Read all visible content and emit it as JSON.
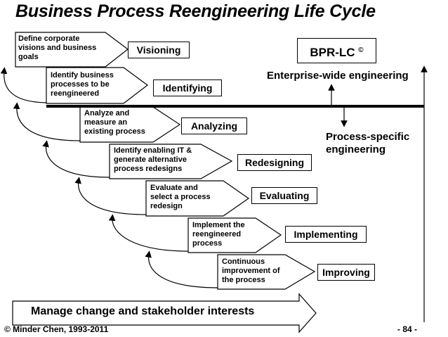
{
  "title": "Business Process Reengineering Life Cycle",
  "badge": {
    "label": "BPR-LC",
    "mark": "©"
  },
  "enterprise_label": "Enterprise-wide engineering",
  "process_label": [
    "Process-specific",
    "engineering"
  ],
  "steps": [
    {
      "desc": [
        "Define corporate",
        "visions and business",
        "goals"
      ],
      "phase": "Visioning"
    },
    {
      "desc": [
        "Identify business",
        "processes to be",
        "reengineered"
      ],
      "phase": "Identifying"
    },
    {
      "desc": [
        "Analyze and",
        "measure an",
        "existing process"
      ],
      "phase": "Analyzing"
    },
    {
      "desc": [
        "Identify enabling IT &",
        "generate alternative",
        "process redesigns"
      ],
      "phase": "Redesigning"
    },
    {
      "desc": [
        "Evaluate and",
        "select a process",
        "redesign"
      ],
      "phase": "Evaluating"
    },
    {
      "desc": [
        "Implement the",
        "reengineered",
        "process"
      ],
      "phase": "Implementing"
    },
    {
      "desc": [
        "Continuous",
        "improvement of",
        "the process"
      ],
      "phase": "Improving"
    }
  ],
  "manage_label": "Manage change and stakeholder interests",
  "footer": {
    "copyright": "© Minder Chen, 1993-2011",
    "page": "- 84 -"
  }
}
